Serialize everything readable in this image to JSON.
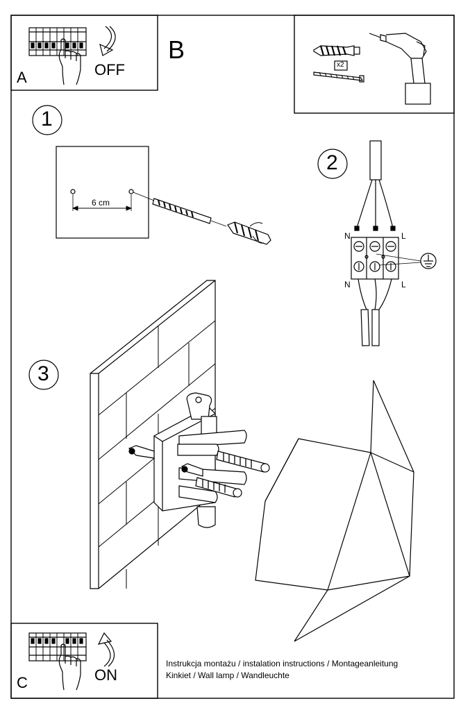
{
  "header": {
    "section_b": "B",
    "section_a": "A",
    "section_c": "C",
    "off_label": "OFF",
    "on_label": "ON"
  },
  "steps": {
    "step1": "1",
    "step2": "2",
    "step3": "3"
  },
  "tools": {
    "screw_count": "x2"
  },
  "step1": {
    "distance": "6 cm"
  },
  "wiring": {
    "neutral_top": "N",
    "live_top": "L",
    "neutral_bottom": "N",
    "live_bottom": "L"
  },
  "footer": {
    "line1": "Instrukcja montażu / instalation instructions / Montageanleitung",
    "line2": "Kinkiet / Wall lamp / Wandleuchte"
  },
  "icons": [
    "circuit-breaker-icon",
    "hand-icon",
    "arrow-down-icon",
    "arrow-up-icon",
    "wall-plug-icon",
    "screw-icon",
    "drill-icon",
    "ground-symbol-icon"
  ]
}
